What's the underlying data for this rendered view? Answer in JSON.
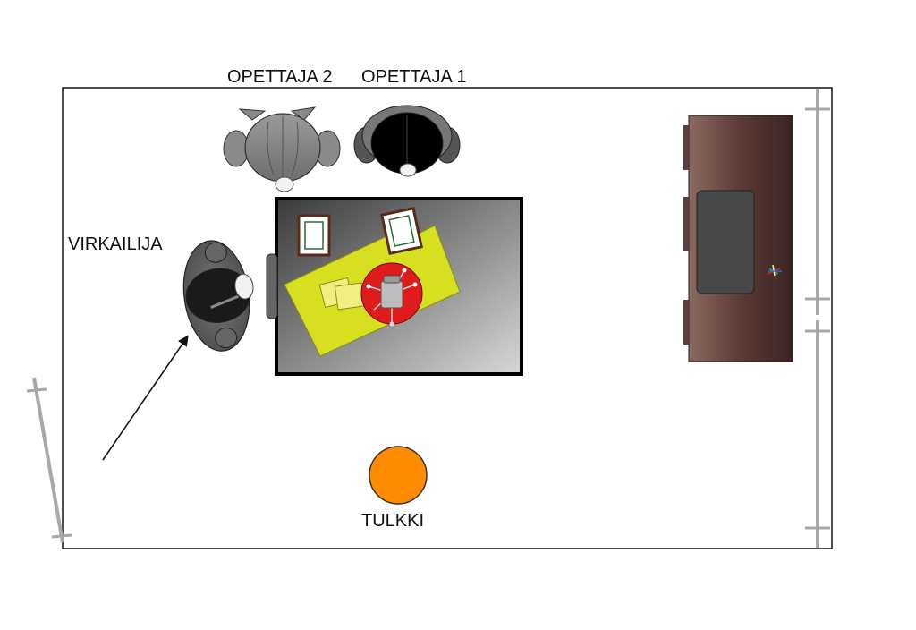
{
  "labels": {
    "teacher_2": "OPETTAJA 2",
    "teacher_1": "OPETTAJA 1",
    "clerk": "VIRKAILIJA",
    "interpreter": "TULKKI"
  },
  "colors": {
    "wall": "#222222",
    "door_frame": "#a6a6a6",
    "desk_gradient_dark": "#3a3a3a",
    "desk_gradient_light": "#d4d4d4",
    "mat": "#d6e020",
    "chair_mat": "#e01b1b",
    "cabinet_dark": "#3a2626",
    "cabinet_light": "#8a6a60",
    "interpreter": "#ff8c00",
    "teacher_2_hair": "#8a8a8a",
    "teacher_1_hair": "#000000"
  },
  "icons": {
    "teacher_2": "person-top-view-icon",
    "teacher_1": "person-top-view-icon",
    "clerk": "person-top-view-icon",
    "interpreter": "circle-person-icon",
    "arrow": "arrow-icon"
  }
}
